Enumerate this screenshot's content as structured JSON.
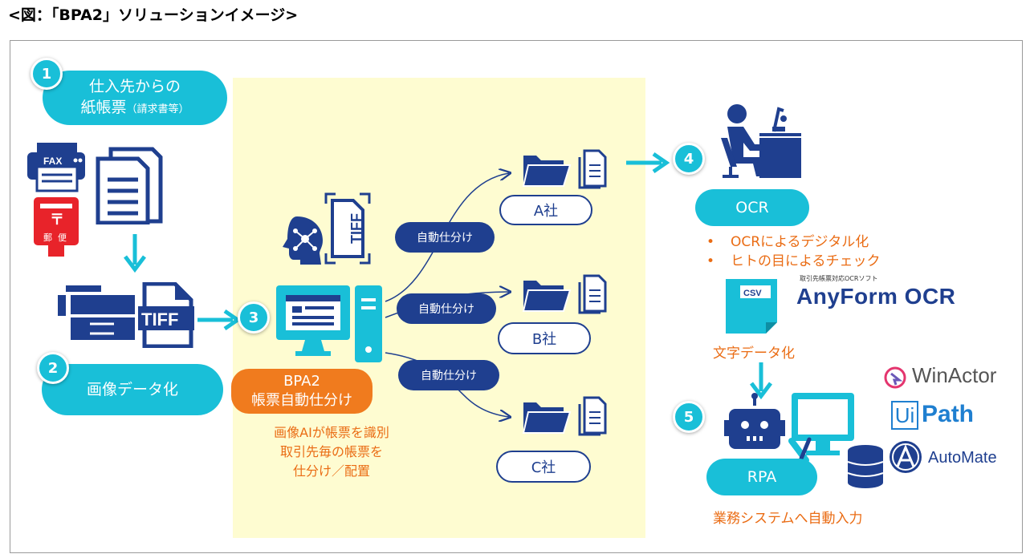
{
  "title": "<図：「BPA2」ソリューションイメージ>",
  "colors": {
    "cyan": "#19bfd8",
    "navy": "#1f3f8f",
    "orange": "#f07b1e",
    "yellow_bg": "#fefcd1"
  },
  "steps": {
    "step1": {
      "number": "1",
      "line1": "仕入先からの",
      "line2": "紙帳票",
      "line2_small": "（請求書等）"
    },
    "step2": {
      "number": "2",
      "label": "画像データ化"
    },
    "step3": {
      "number": "3",
      "line1": "BPA2",
      "line2": "帳票自動仕分け",
      "desc": [
        "画像AIが帳票を識別",
        "取引先毎の帳票を",
        "仕分け／配置"
      ]
    },
    "step4": {
      "number": "4",
      "label": "OCR",
      "bullets": [
        "OCRによるデジタル化",
        "ヒトの目によるチェック"
      ],
      "caption": "文字データ化"
    },
    "step5": {
      "number": "5",
      "label": "RPA",
      "caption": "業務システムへ自動入力"
    }
  },
  "icons": {
    "fax_label": "FAX",
    "postbox_label_1": "〒",
    "postbox_label_2": "郵",
    "postbox_label_3": "便",
    "tiff_label": "TIFF",
    "csv_label": "CSV"
  },
  "sorting": {
    "label": "自動仕分け",
    "companies": [
      "A社",
      "B社",
      "C社"
    ]
  },
  "anyform": {
    "small": "取引先帳票対応OCRソフト",
    "name": "AnyForm OCR"
  },
  "rpa_logos": {
    "winactor": "WinActor",
    "uipath_ui": "Ui",
    "uipath_path": "Path",
    "automate": "AutoMate"
  }
}
